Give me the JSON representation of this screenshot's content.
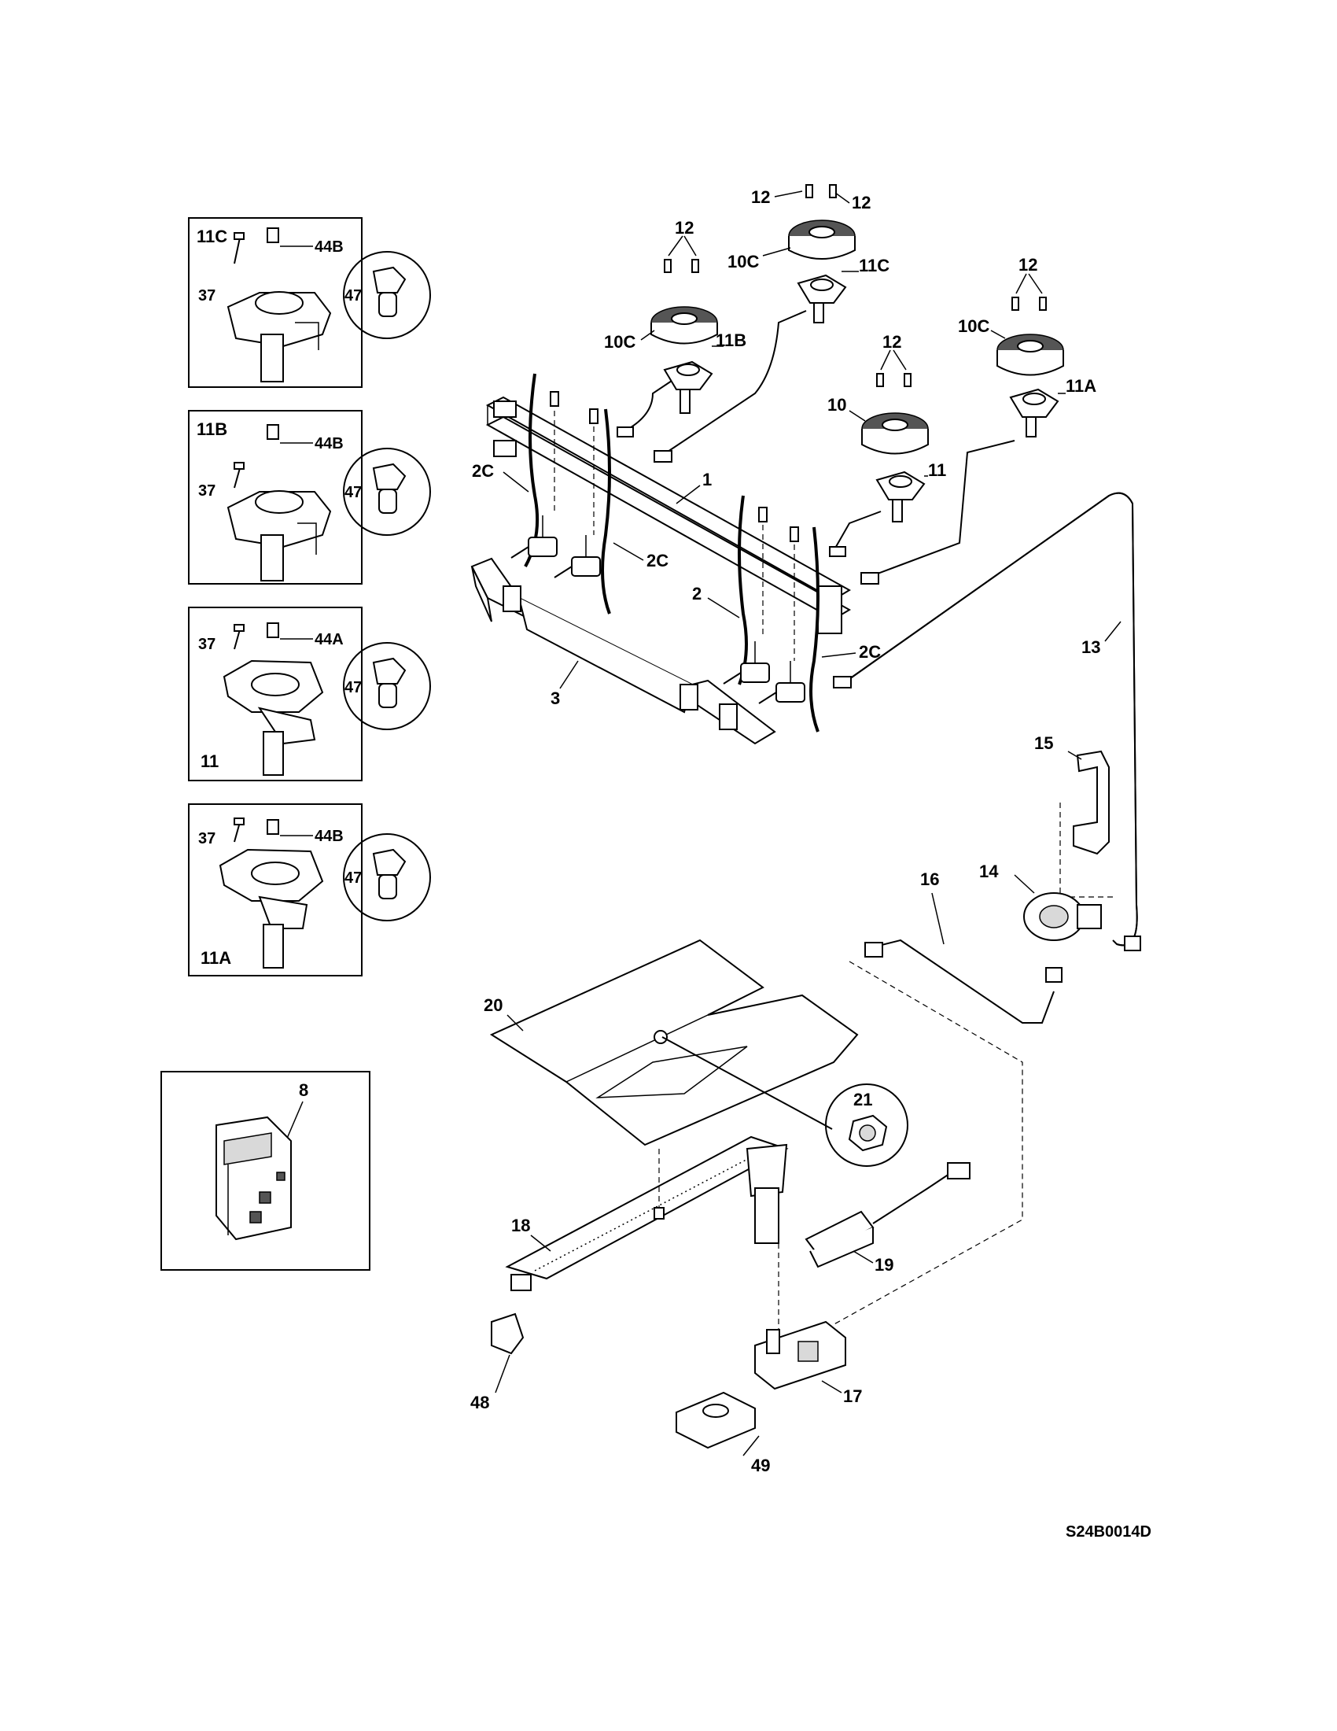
{
  "diagram_code": "S24B0014D",
  "insets": [
    {
      "id": "inset-11c",
      "title": "11C",
      "screw": "37",
      "nut": "44B",
      "detail": "47"
    },
    {
      "id": "inset-11b",
      "title": "11B",
      "screw": "37",
      "nut": "44B",
      "detail": "47"
    },
    {
      "id": "inset-11",
      "title": "11",
      "screw": "37",
      "nut": "44A",
      "detail": "47"
    },
    {
      "id": "inset-11a",
      "title": "11A",
      "screw": "37",
      "nut": "44B",
      "detail": "47"
    }
  ],
  "ignition_inset": {
    "label": "8"
  },
  "callouts": {
    "p1": "1",
    "p2": "2",
    "p2c_a": "2C",
    "p2c_b": "2C",
    "p2c_c": "2C",
    "p3": "3",
    "p10": "10",
    "p10c_a": "10C",
    "p10c_b": "10C",
    "p10c_c": "10C",
    "p11": "11",
    "p11a": "11A",
    "p11b": "11B",
    "p11c": "11C",
    "p12_a": "12",
    "p12_b": "12",
    "p12_c": "12",
    "p12_d": "12",
    "p12_e": "12",
    "p13": "13",
    "p14": "14",
    "p15": "15",
    "p16": "16",
    "p17": "17",
    "p18": "18",
    "p19": "19",
    "p20": "20",
    "p21": "21",
    "p48": "48",
    "p49": "49"
  }
}
